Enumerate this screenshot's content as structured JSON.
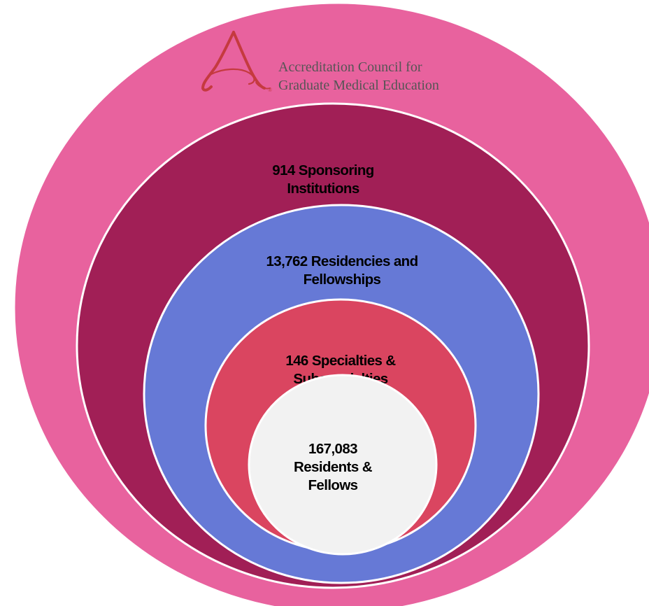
{
  "organization": {
    "name_line1": "Accreditation Council for",
    "name_line2": "Graduate Medical Education",
    "registered_mark": "®"
  },
  "rings": [
    {
      "id": "outer",
      "color": "#e8629e",
      "lines": []
    },
    {
      "id": "sponsoring-institutions",
      "color": "#a11f56",
      "lines": [
        "914 Sponsoring",
        "Institutions"
      ]
    },
    {
      "id": "residencies-fellowships",
      "color": "#6679d6",
      "lines": [
        "13,762 Residencies and",
        "Fellowships"
      ]
    },
    {
      "id": "specialties",
      "color": "#da4560",
      "lines": [
        "146 Specialties &",
        "Subspecialties"
      ]
    },
    {
      "id": "residents-fellows",
      "color": "#f2f2f2",
      "lines": [
        "167,083",
        "Residents &",
        "Fellows"
      ]
    }
  ],
  "logo_color": "#c53a3f"
}
